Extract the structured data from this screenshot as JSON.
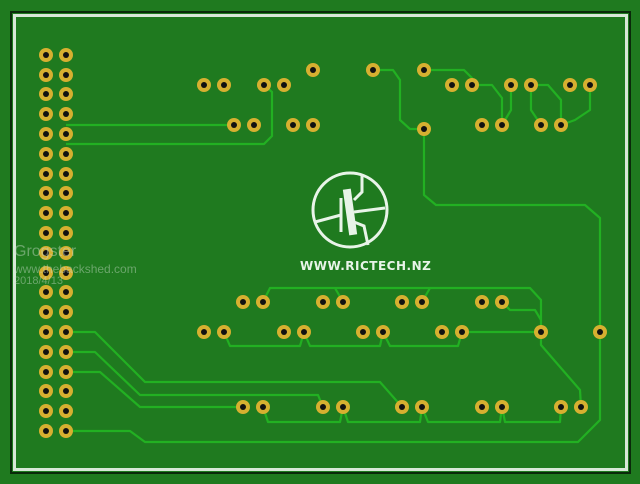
{
  "board": {
    "name": "pcb-top-layer",
    "colors": {
      "board": "#1f7a1f",
      "trace": "#22b022",
      "pad": "#d6b030",
      "hole": "#111111",
      "outline": "#d8e8d8"
    }
  },
  "logo": {
    "text": "WWW.RICTECH.NZ",
    "icon": "transistor-icon"
  },
  "watermark": {
    "author": "Grogster",
    "site": "www.thebackshed.com",
    "date": "2018/4/13"
  }
}
